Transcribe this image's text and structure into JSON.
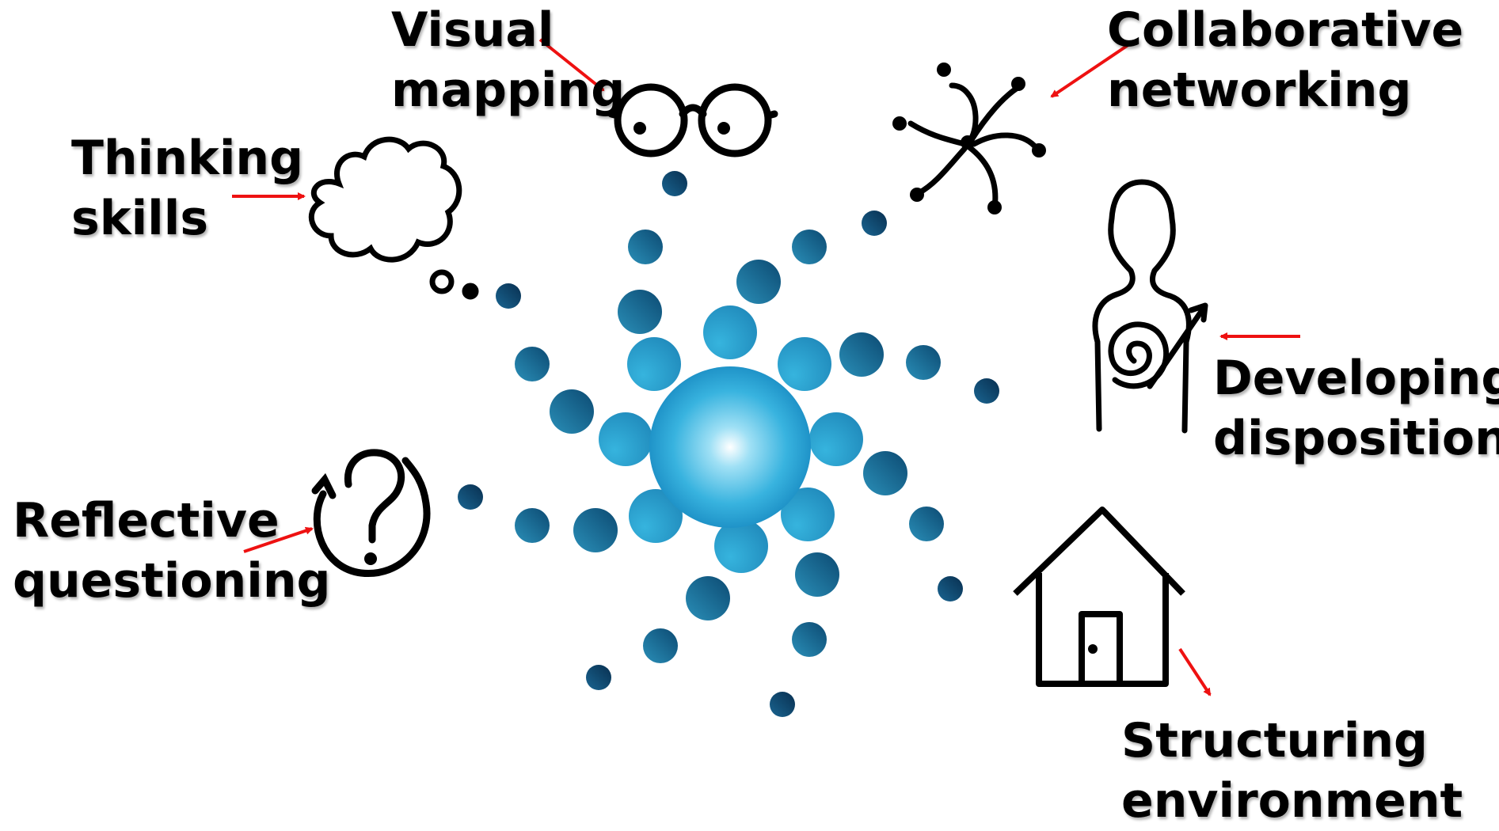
{
  "colors": {
    "text": "#000000",
    "arrow": "#ee1111",
    "icon_stroke": "#000000",
    "dot_light": "#2a9ec2",
    "dot_dark": "#0b3d63",
    "center_glow": "#ffffff",
    "center_mid": "#39b6e0",
    "center_edge": "#1e93c9"
  },
  "labels": {
    "visual_mapping": [
      "Visual",
      "mapping"
    ],
    "collaborative_networking": [
      "Collaborative",
      "networking"
    ],
    "thinking_skills": [
      "Thinking",
      "skills"
    ],
    "developing_dispositions": [
      "Developing",
      "dispositions"
    ],
    "reflective_questioning": [
      "Reflective",
      "questioning"
    ],
    "structuring_environment": [
      "Structuring",
      "environment"
    ]
  },
  "icons": {
    "visual_mapping": "glasses-icon",
    "collaborative_networking": "network-icon",
    "thinking_skills": "thought-cloud-icon",
    "developing_dispositions": "person-spiral-icon",
    "reflective_questioning": "question-cycle-icon",
    "structuring_environment": "house-icon"
  }
}
